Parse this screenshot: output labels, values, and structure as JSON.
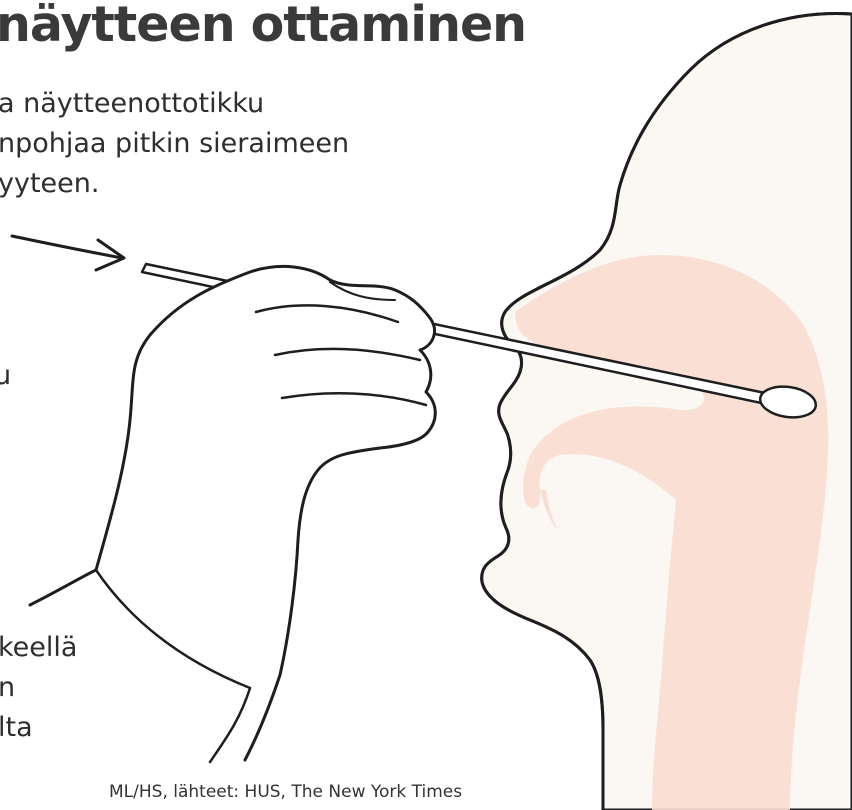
{
  "header": {
    "title": "näytteen ottaminen"
  },
  "intro_lines": [
    "a näytteenottotikku",
    "npohjaa pitkin sieraimeen",
    "yyteen."
  ],
  "fragment": "u",
  "lower_lines": [
    "keellä",
    "n",
    "lta"
  ],
  "credit": "ML/HS, lähteet: HUS, The New York Times",
  "colors": {
    "text": "#2e2e2e",
    "head_fill": "#fbf7f2",
    "airway": "#f9dcd2",
    "line": "#1e1e1e"
  },
  "icons": [
    "head-silhouette-icon",
    "hand-icon",
    "swab-icon",
    "arrow-icon"
  ]
}
